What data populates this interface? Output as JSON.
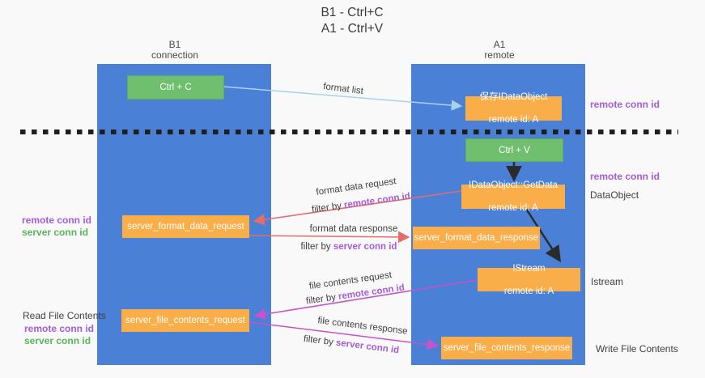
{
  "colors": {
    "background": "#f9f9f9",
    "column_blue": "#4a80d6",
    "box_orange": "#f9ae49",
    "box_green": "#6fbf6f",
    "arrow_red": "#e36c6c",
    "arrow_magenta": "#c553cb",
    "arrow_lightblue": "#a6d2f0",
    "arrow_black": "#2b2b2b",
    "dashed_line": "#1f1f1f",
    "label_purple": "#a55cd5",
    "label_green": "#58b558",
    "text_dark": "#3f3f3f"
  },
  "title": {
    "line1": "B1 - Ctrl+C",
    "line2": "A1 - Ctrl+V"
  },
  "columns": {
    "left": {
      "header_line1": "B1",
      "header_line2": "connection"
    },
    "right": {
      "header_line1": "A1",
      "header_line2": "remote"
    }
  },
  "boxes": {
    "ctrl_c": "Ctrl + C",
    "ctrl_v": "Ctrl + V",
    "save_idataobject": {
      "line1": "保存IDataObject",
      "line2": "remote id: A"
    },
    "idataobject_getdata": {
      "line1": "IDataObject::GetData",
      "line2": "remote id: A"
    },
    "istream": {
      "line1": "IStream",
      "line2": "remote id: A"
    },
    "server_format_data_request": "server_format_data_request",
    "server_format_data_response": "server_format_data_response",
    "server_file_contents_request": "server_file_contents_request",
    "server_file_contents_response": "server_file_contents_response"
  },
  "side_labels": {
    "remote_conn_id_top": "remote conn id",
    "remote_conn_id_mid": "remote conn id",
    "dataobject": "DataObject",
    "istream": "Istream",
    "write_file_contents": "Write File Contents",
    "read_file_contents": "Read File Contents",
    "left_mid": {
      "remote": "remote conn id",
      "server": "server conn id"
    },
    "left_bottom": {
      "remote": "remote conn id",
      "server": "server conn id"
    }
  },
  "arrow_labels": {
    "format_list": "format list",
    "format_data_request": "format data request",
    "format_data_response": "format data response",
    "file_contents_request": "file contents request",
    "file_contents_response": "file contents response",
    "filter_by": "filter by",
    "remote_conn_id": "remote conn id",
    "server_conn_id": "server conn id"
  }
}
